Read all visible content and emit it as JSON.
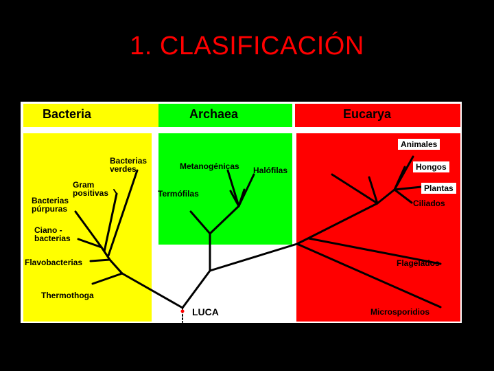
{
  "slide": {
    "title": "1. CLASIFICACIÓN"
  },
  "domains": {
    "bacteria": "Bacteria",
    "archaea": "Archaea",
    "eucarya": "Eucarya"
  },
  "groups": {
    "bacterias_verdes_1": "Bacterias",
    "bacterias_verdes_2": "verdes",
    "gram_1": "Gram",
    "gram_2": "positivas",
    "purpuras_1": "Bacterias",
    "purpuras_2": "púrpuras",
    "ciano_1": "Ciano -",
    "ciano_2": "bacterias",
    "flavobacterias": "Flavobacterias",
    "thermothoga": "Thermothoga",
    "metanogenicas": "Metanogénicas",
    "halofilas": "Halófilas",
    "termofilas": "Termófilas",
    "animales": "Animales",
    "hongos": "Hongos",
    "plantas": "Plantas",
    "ciliados": "Ciliados",
    "flagelados": "Flagelados",
    "microsporidios": "Microsporidios",
    "luca": "LUCA"
  },
  "colors": {
    "background": "#000000",
    "title": "#ff0000",
    "bacteria_region": "#ffff00",
    "archaea_region": "#00ff00",
    "eucarya_region": "#ff0000",
    "luca_dot": "#ff0000"
  }
}
